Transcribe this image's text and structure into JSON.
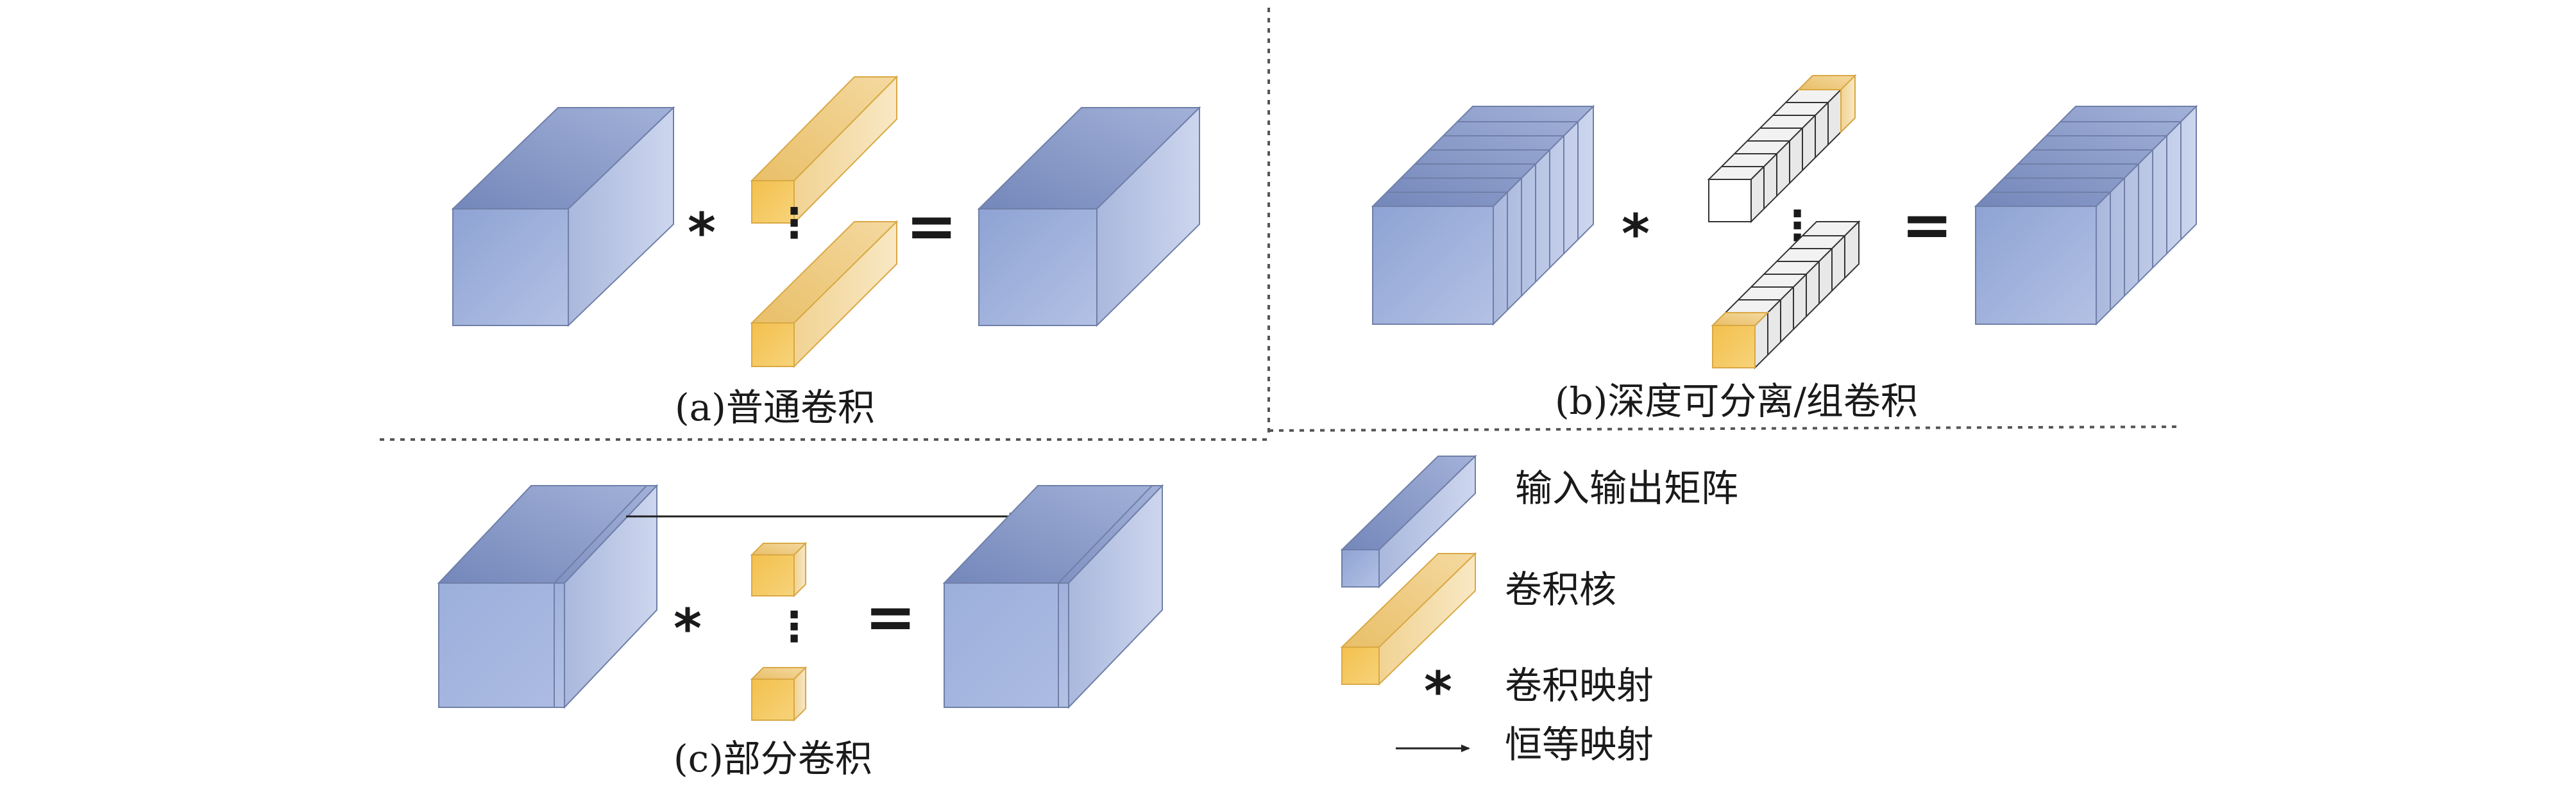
{
  "panels": {
    "a": {
      "caption": "(a)普通卷积"
    },
    "b": {
      "caption": "(b)深度可分离/组卷积"
    },
    "c": {
      "caption": "(c)部分卷积"
    }
  },
  "symbols": {
    "conv_op": "*",
    "equals": "=",
    "vdots": "⋮"
  },
  "legend": {
    "items": [
      {
        "label": "输入输出矩阵",
        "icon": "blue-cuboid-icon"
      },
      {
        "label": "卷积核",
        "icon": "yellow-bar-icon"
      },
      {
        "label": "卷积映射",
        "icon": "asterisk-icon"
      },
      {
        "label": "恒等映射",
        "icon": "arrow-right-icon"
      }
    ]
  },
  "colors": {
    "tensor_front": "#9aaedb",
    "tensor_top": "#7f92c2",
    "tensor_side": "#b8c4e2",
    "kernel_front": "#f5c85a",
    "kernel_top": "#f1cf85",
    "kernel_side": "#f6e2b3",
    "outline": "#6f7fa8",
    "divider": "#555555"
  }
}
